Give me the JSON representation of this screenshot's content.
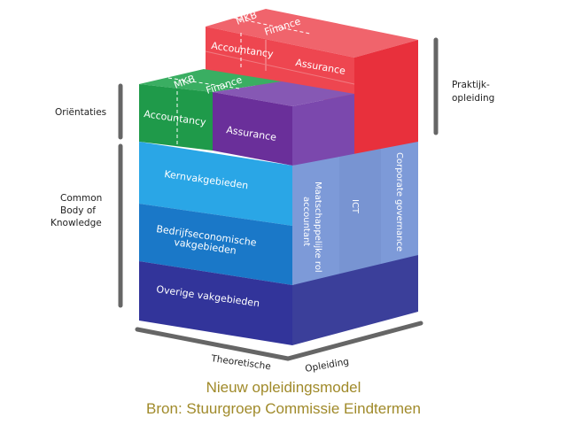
{
  "blocks": {
    "top_mkb": "MKB",
    "top_finance": "Finance",
    "top_accountancy": "Accountancy",
    "top_assurance": "Assurance",
    "mid_mkb": "MKB",
    "mid_finance": "Finance",
    "mid_accountancy": "Accountancy",
    "mid_assurance": "Assurance",
    "kern": "Kernvakgebieden",
    "bedrijf1": "Bedrijfseconomische",
    "bedrijf2": "vakgebieden",
    "overige": "Overige vakgebieden",
    "side1a": "Maatschappelijke rol",
    "side1b": "accountant",
    "side2": "ICT",
    "side3": "Corporate governance"
  },
  "labels": {
    "orientaties": "Oriëntaties",
    "cbk1": "Common",
    "cbk2": "Body of",
    "cbk3": "Knowledge",
    "praktijk1": "Praktijk-",
    "praktijk2": "opleiding",
    "theoretische": "Theoretische",
    "opleiding": "Opleiding"
  },
  "caption": {
    "line1": "Nieuw opleidingsmodel",
    "line2": "Bron: Stuurgroep Commissie Eindtermen"
  },
  "colors": {
    "red": "#e8303c",
    "green": "#1f9a4a",
    "purple": "#6a2f9a",
    "kern": "#2aa6e6",
    "bedrijf": "#1a78c8",
    "overige": "#32349a",
    "side": "#7d9ad8",
    "caption": "#a08a2a"
  }
}
